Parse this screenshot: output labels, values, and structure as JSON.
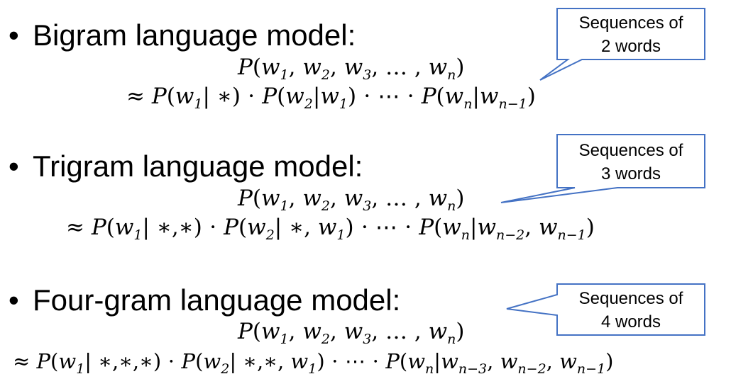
{
  "sections": [
    {
      "bullet_symbol": "•",
      "heading": "Bigram language model:",
      "callout": {
        "line1": "Sequences of",
        "line2": "2 words"
      }
    },
    {
      "bullet_symbol": "•",
      "heading": "Trigram language model:",
      "callout": {
        "line1": "Sequences of",
        "line2": "3 words"
      }
    },
    {
      "bullet_symbol": "•",
      "heading": "Four-gram language model:",
      "callout": {
        "line1": "Sequences of",
        "line2": "4 words"
      }
    }
  ],
  "colors": {
    "callout_border": "#4472c4",
    "callout_fill": "#ffffff",
    "text": "#000000"
  }
}
